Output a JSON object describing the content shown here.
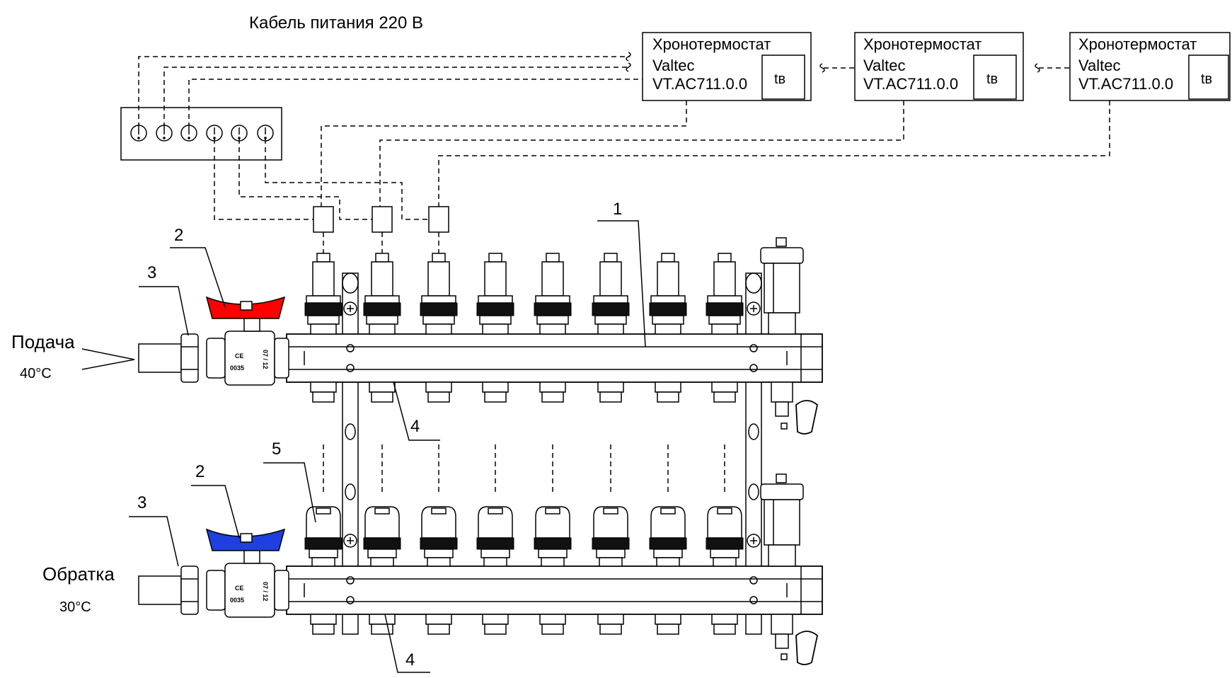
{
  "labels": {
    "cable": "Кабель питания 220 В",
    "supply": "Подача",
    "supply_temp": "40°C",
    "return": "Обратка",
    "return_temp": "30°C"
  },
  "thermostats": [
    {
      "title": "Хронотермостат",
      "brand": "Valtec",
      "model": "VT.AC711.0.0",
      "sensor": "tв"
    },
    {
      "title": "Хронотермостат",
      "brand": "Valtec",
      "model": "VT.AC711.0.0",
      "sensor": "tв"
    },
    {
      "title": "Хронотермостат",
      "brand": "Valtec",
      "model": "VT.AC711.0.0",
      "sensor": "tв"
    }
  ],
  "callouts": {
    "n1": "1",
    "n2_top": "2",
    "n3_top": "3",
    "n4_top": "4",
    "n5": "5",
    "n2_bottom": "2",
    "n3_bottom": "3",
    "n4_bottom": "4"
  },
  "valve_marks": {
    "date": "07 / 12",
    "ce": "CE",
    "code": "0035"
  },
  "colors": {
    "supply_handle": "#ff0000",
    "return_handle": "#1f3fe0"
  }
}
